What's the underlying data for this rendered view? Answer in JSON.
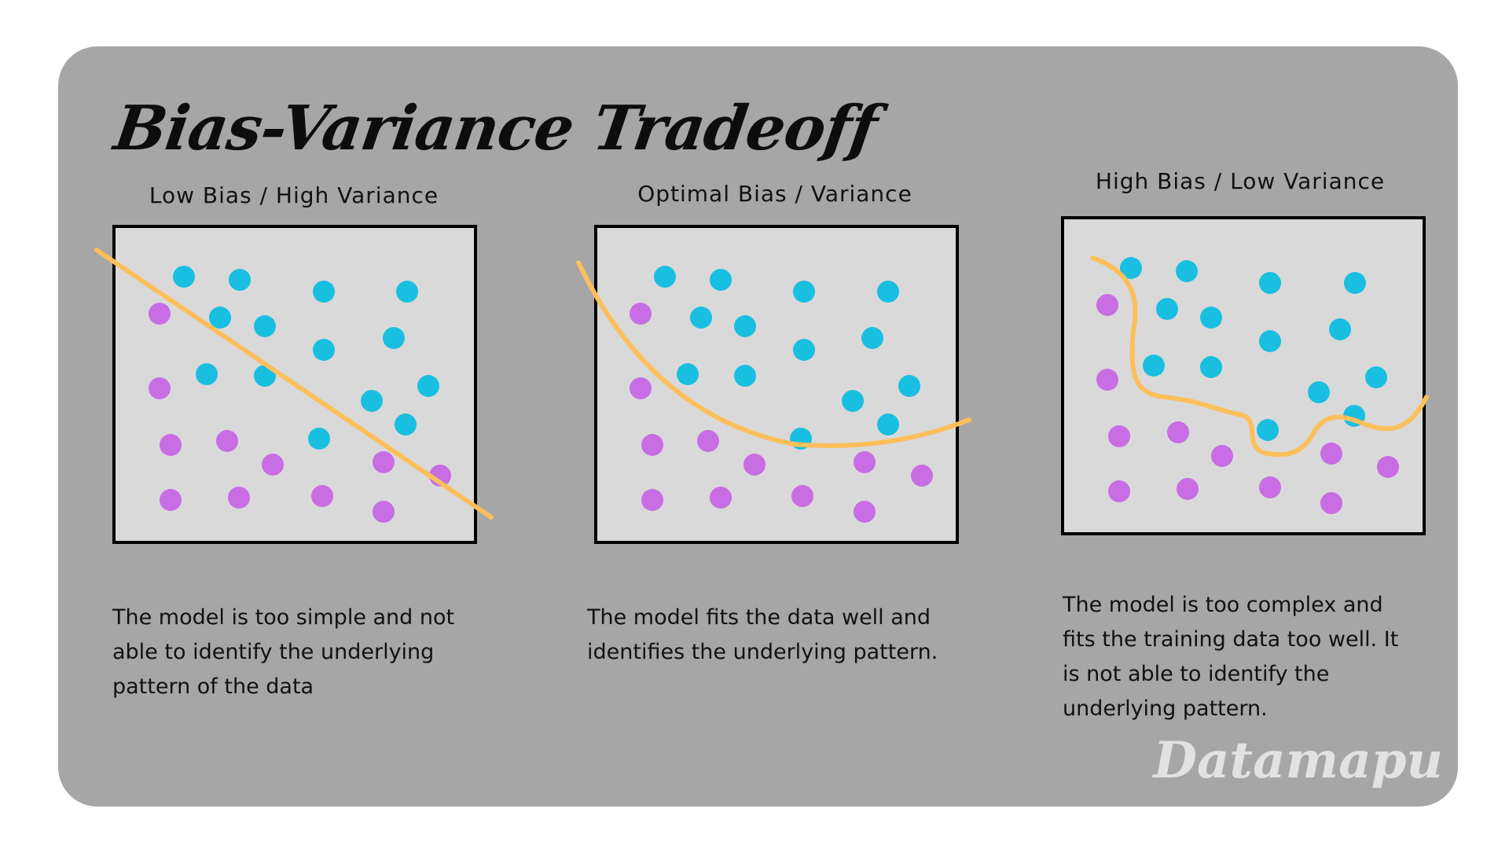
{
  "title": "Bias-Variance Tradeoff",
  "logo_text": "Datamapu",
  "colors": {
    "background_card": "#a6a6a6",
    "plot_background": "#d9d9d9",
    "class_a": "#19bfe0",
    "class_b": "#c86de3",
    "fit_line": "#fcbf5a"
  },
  "panels": [
    {
      "title": "Low Bias / High Variance",
      "caption": "The model is too simple and not\nable to  identify the underlying\npattern of the data",
      "fit": "linear"
    },
    {
      "title": "Optimal Bias / Variance",
      "caption": "The model fits the data well and\nidentifies the underlying pattern.",
      "fit": "curved"
    },
    {
      "title": "High Bias / Low Variance",
      "caption": "The model is too complex and\nfits the training data too well. It\nis not able to identify the\nunderlying pattern.",
      "fit": "wiggly"
    }
  ]
}
